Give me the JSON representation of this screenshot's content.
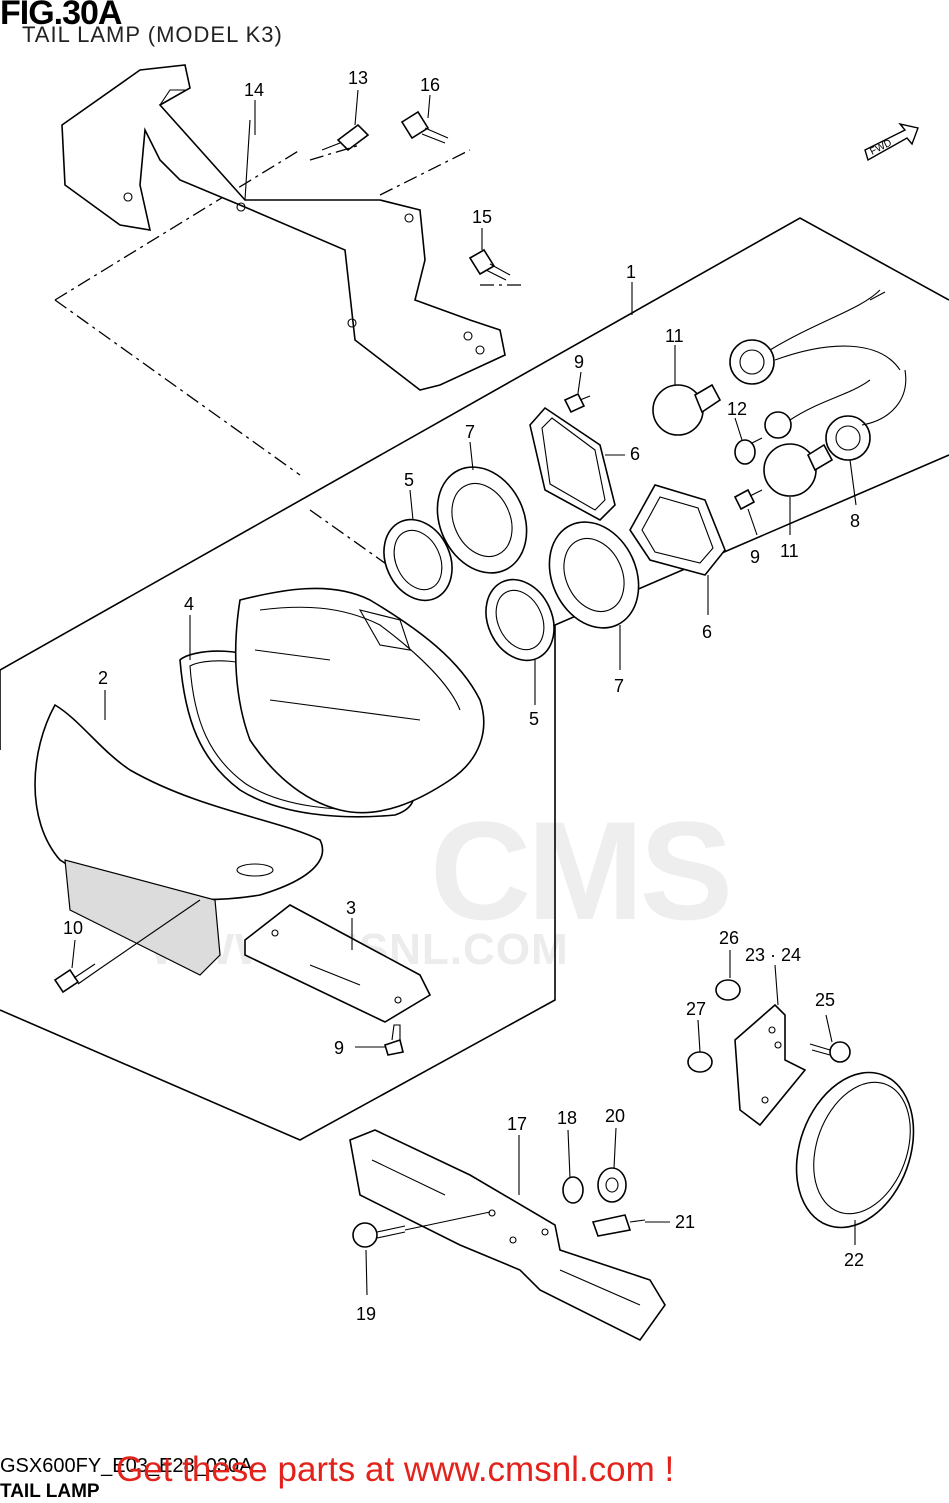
{
  "figure": {
    "title": "FIG.30A",
    "subtitle": "TAIL LAMP (MODEL K3)",
    "fwd_label": "FWD"
  },
  "watermark": {
    "text": "WWW.CMSNL.COM",
    "brand": "CMS"
  },
  "footer": {
    "code": "GSX600FY_E03_E28_030A",
    "name": "TAIL LAMP",
    "promo": "Get these parts at www.cmsnl.com !"
  },
  "callouts": [
    {
      "id": "1",
      "label": "1"
    },
    {
      "id": "2",
      "label": "2"
    },
    {
      "id": "3",
      "label": "3"
    },
    {
      "id": "4",
      "label": "4"
    },
    {
      "id": "5a",
      "label": "5"
    },
    {
      "id": "5b",
      "label": "5"
    },
    {
      "id": "6a",
      "label": "6"
    },
    {
      "id": "6b",
      "label": "6"
    },
    {
      "id": "7a",
      "label": "7"
    },
    {
      "id": "7b",
      "label": "7"
    },
    {
      "id": "8",
      "label": "8"
    },
    {
      "id": "9a",
      "label": "9"
    },
    {
      "id": "9b",
      "label": "9"
    },
    {
      "id": "9c",
      "label": "9"
    },
    {
      "id": "10",
      "label": "10"
    },
    {
      "id": "11a",
      "label": "11"
    },
    {
      "id": "11b",
      "label": "11"
    },
    {
      "id": "12",
      "label": "12"
    },
    {
      "id": "13",
      "label": "13"
    },
    {
      "id": "14",
      "label": "14"
    },
    {
      "id": "15",
      "label": "15"
    },
    {
      "id": "16",
      "label": "16"
    },
    {
      "id": "17",
      "label": "17"
    },
    {
      "id": "18",
      "label": "18"
    },
    {
      "id": "19",
      "label": "19"
    },
    {
      "id": "20",
      "label": "20"
    },
    {
      "id": "21",
      "label": "21"
    },
    {
      "id": "22",
      "label": "22"
    },
    {
      "id": "23-24",
      "label": "23 · 24"
    },
    {
      "id": "25",
      "label": "25"
    },
    {
      "id": "26",
      "label": "26"
    },
    {
      "id": "27",
      "label": "27"
    }
  ],
  "colors": {
    "promo": "#e3231b",
    "line": "#000000",
    "watermark": "#e8e8e8"
  }
}
